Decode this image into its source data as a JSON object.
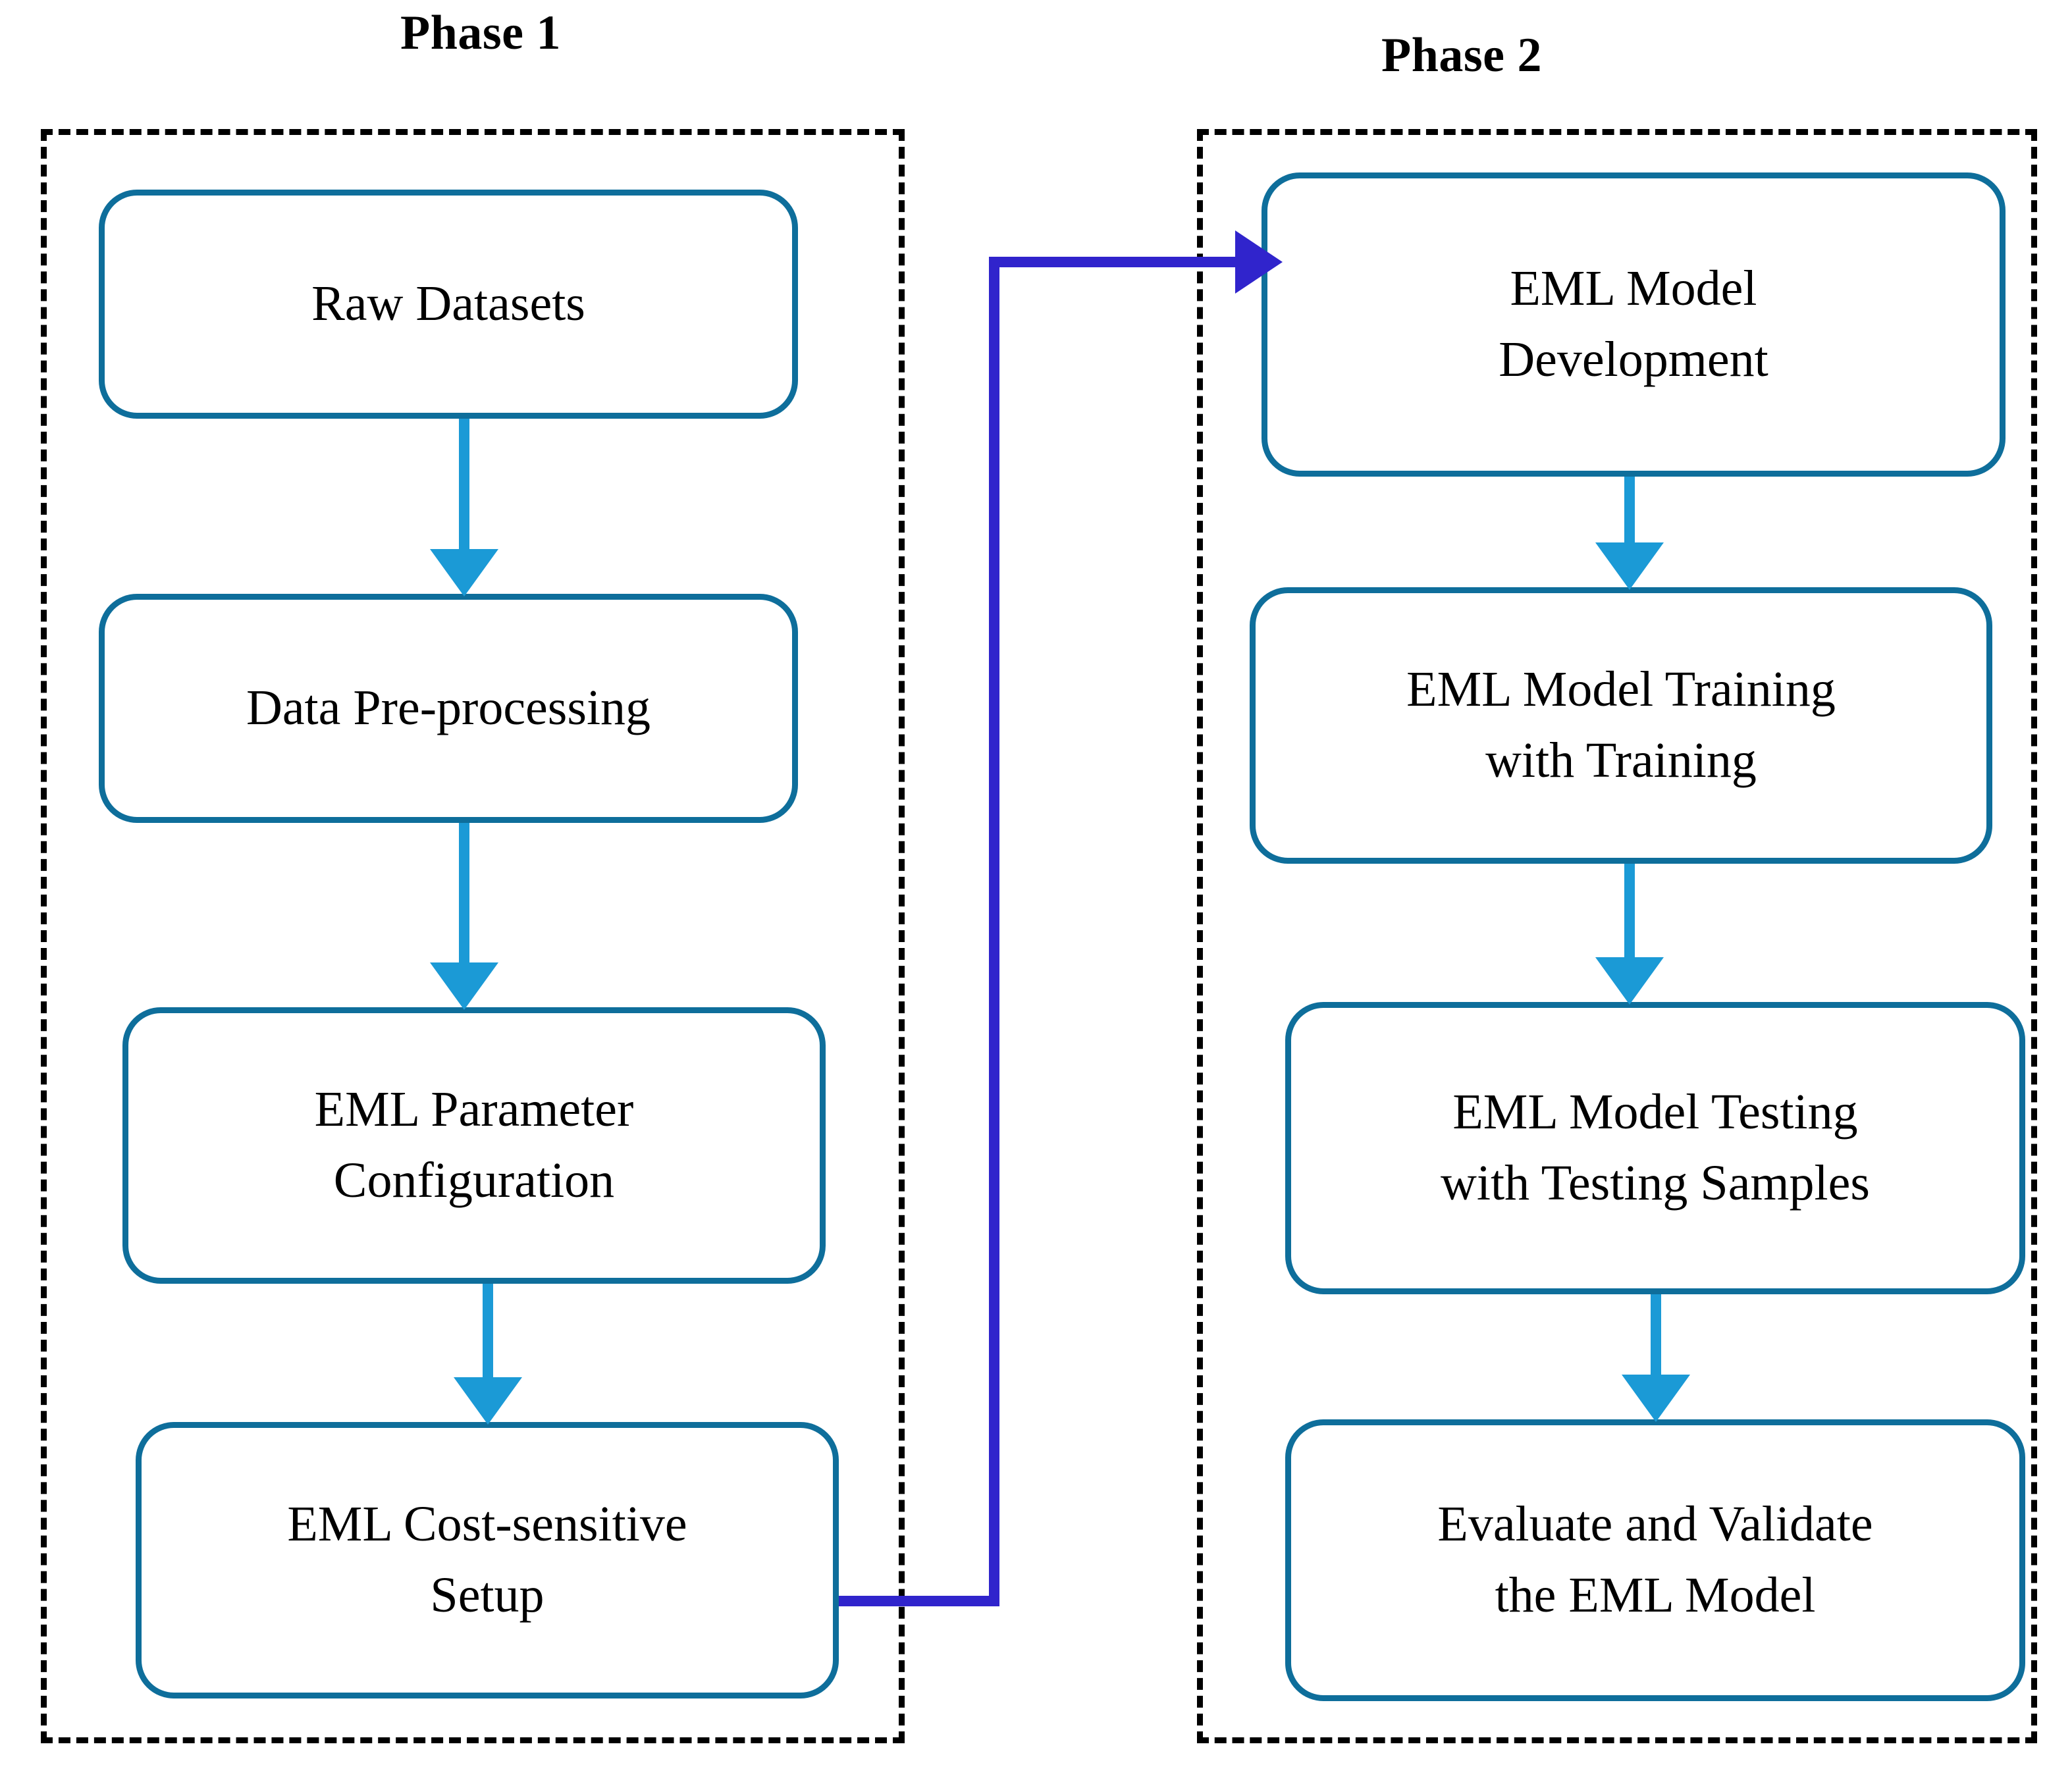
{
  "diagram": {
    "title_phase1": "Phase 1",
    "title_phase2": "Phase 2",
    "colors": {
      "box_border": "#0E6E9B",
      "flow_arrow": "#1B9AD6",
      "cross_phase_connector": "#3024CC",
      "panel_border": "#000000",
      "background": "#FFFFFF",
      "text": "#000000"
    }
  },
  "phase1": {
    "label": "Phase 1",
    "boxes": [
      {
        "id": "raw-datasets",
        "lines": [
          "Raw Datasets"
        ]
      },
      {
        "id": "data-prep",
        "lines": [
          "Data Pre-processing"
        ]
      },
      {
        "id": "param-config",
        "lines": [
          "EML Parameter",
          "Configuration"
        ]
      },
      {
        "id": "cost-sensitive",
        "lines": [
          "EML Cost-sensitive",
          "Setup"
        ]
      }
    ],
    "arrows": [
      {
        "id": "raw-to-prep",
        "from": "raw-datasets",
        "to": "data-prep",
        "direction": "down"
      },
      {
        "id": "prep-to-param",
        "from": "data-prep",
        "to": "param-config",
        "direction": "down"
      },
      {
        "id": "param-to-cost",
        "from": "param-config",
        "to": "cost-sensitive",
        "direction": "down"
      }
    ]
  },
  "phase2": {
    "label": "Phase 2",
    "boxes": [
      {
        "id": "model-dev",
        "lines": [
          "EML Model",
          "Development"
        ]
      },
      {
        "id": "model-training",
        "lines": [
          "EML Model Training",
          "with Training"
        ]
      },
      {
        "id": "model-testing",
        "lines": [
          "EML Model Testing",
          "with Testing Samples"
        ]
      },
      {
        "id": "evaluate",
        "lines": [
          "Evaluate and Validate",
          "the EML Model"
        ]
      }
    ],
    "arrows": [
      {
        "id": "dev-to-train",
        "from": "model-dev",
        "to": "model-training",
        "direction": "down"
      },
      {
        "id": "train-to-test",
        "from": "model-training",
        "to": "model-testing",
        "direction": "down"
      },
      {
        "id": "test-to-eval",
        "from": "model-testing",
        "to": "evaluate",
        "direction": "down"
      }
    ]
  },
  "cross_phase_connector": {
    "id": "cost-setup-to-model-dev",
    "from": "cost-sensitive",
    "to": "model-dev",
    "color": "#3024CC",
    "routing": "right-up-right"
  }
}
